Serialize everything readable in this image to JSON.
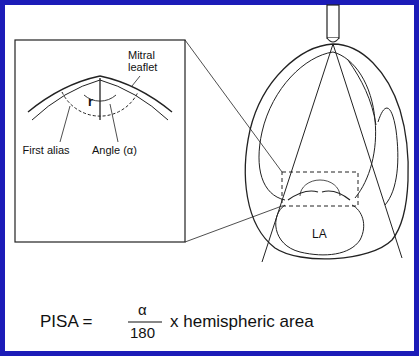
{
  "diagram": {
    "labels": [
      "Mitral leaflet",
      "r",
      "First alias",
      "Angle (α)",
      "LA",
      "PISA =",
      "α",
      "180",
      "x hemispheric area"
    ]
  }
}
